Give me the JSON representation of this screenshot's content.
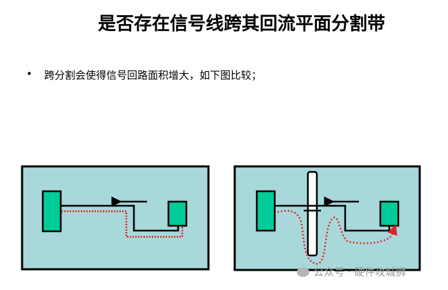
{
  "slide": {
    "title": "是否存在信号线跨其回流平面分割带",
    "bullets": [
      {
        "marker": "•",
        "text": "跨分割会使得信号回路面积增大，如下图比较；"
      }
    ]
  },
  "diagrams": [
    {
      "name": "continuous-plane",
      "has_split": false
    },
    {
      "name": "split-plane",
      "has_split": true
    }
  ],
  "colors": {
    "plane": "#a9d8db",
    "chip": "#00cc99",
    "return_path": "#e02020",
    "signal": "#000000"
  },
  "watermark": {
    "text": "公众号 · 硬件攻城狮",
    "icon": "wechat-icon"
  }
}
